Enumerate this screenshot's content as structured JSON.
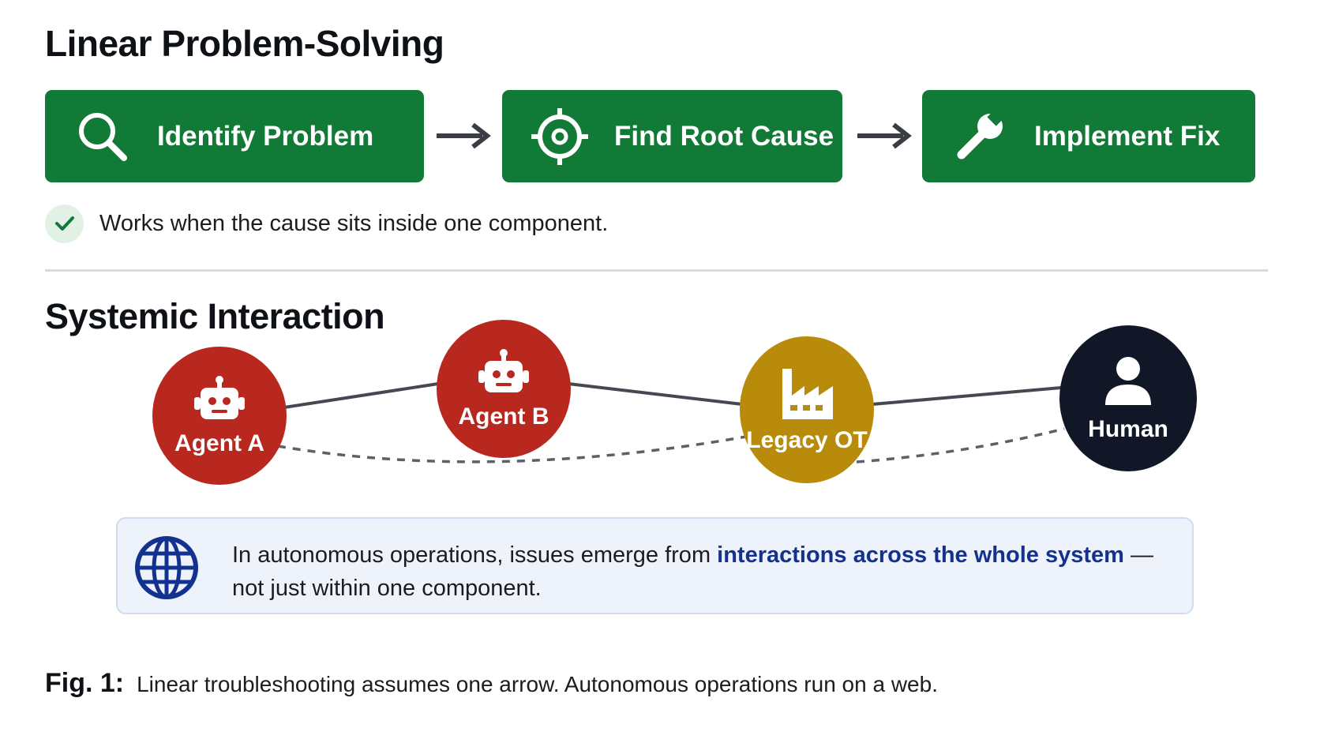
{
  "linear": {
    "title": "Linear Problem-Solving",
    "steps": [
      {
        "label": "Identify Problem",
        "icon": "magnifier-icon"
      },
      {
        "label": "Find Root Cause",
        "icon": "crosshair-icon"
      },
      {
        "label": "Implement Fix",
        "icon": "wrench-icon"
      }
    ],
    "note": "Works when the cause sits inside one component."
  },
  "systemic": {
    "title": "Systemic Interaction",
    "nodes": [
      {
        "label": "Agent A",
        "icon": "robot-icon",
        "color": "#b8281f"
      },
      {
        "label": "Agent B",
        "icon": "robot-icon",
        "color": "#b8281f"
      },
      {
        "label": "Legacy OT",
        "icon": "factory-icon",
        "color": "#b88b0a"
      },
      {
        "label": "Human",
        "icon": "person-icon",
        "color": "#121728"
      }
    ]
  },
  "callout": {
    "icon": "globe-icon",
    "before": "In autonomous operations, issues emerge from ",
    "emphasis": "interactions across the whole system",
    "after": " — not just within one component."
  },
  "caption": {
    "label": "Fig. 1:",
    "text": "Linear troubleshooting assumes one arrow. Autonomous operations run on a web."
  },
  "colors": {
    "step_green": "#127a37",
    "agent_red": "#b8281f",
    "legacy_gold": "#b88b0a",
    "human_navy": "#121728",
    "emphasis_blue": "#13318f"
  }
}
